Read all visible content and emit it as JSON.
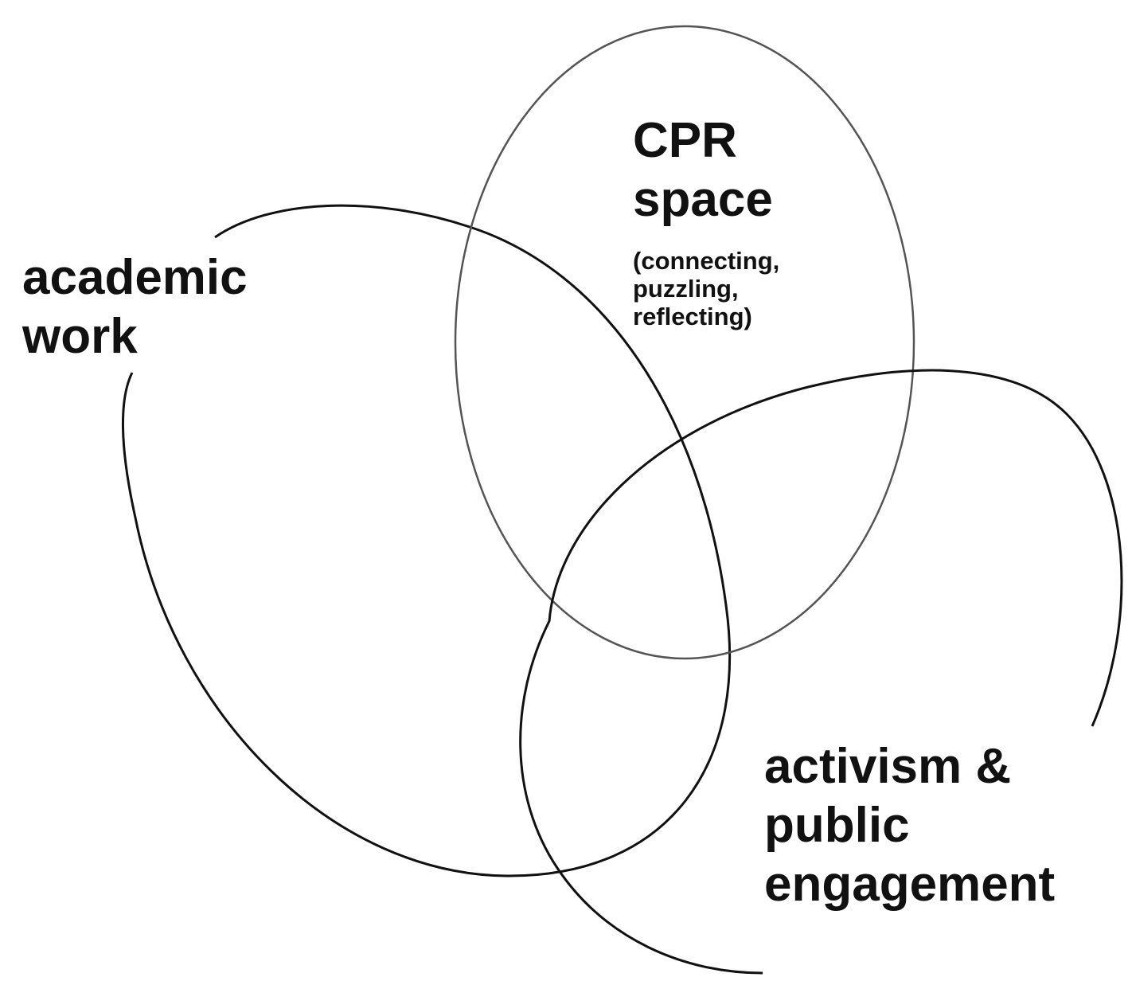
{
  "diagram": {
    "circles": [
      {
        "id": "academic",
        "label_lines": [
          "academic",
          "work"
        ],
        "stroke": "#111111"
      },
      {
        "id": "cpr",
        "label_lines": [
          "CPR",
          "space"
        ],
        "sub_lines": [
          "(connecting,",
          "puzzling,",
          "reflecting)"
        ],
        "stroke": "#555555"
      },
      {
        "id": "activism",
        "label_lines": [
          "activism &",
          "public",
          "engagement"
        ],
        "stroke": "#111111"
      }
    ]
  }
}
